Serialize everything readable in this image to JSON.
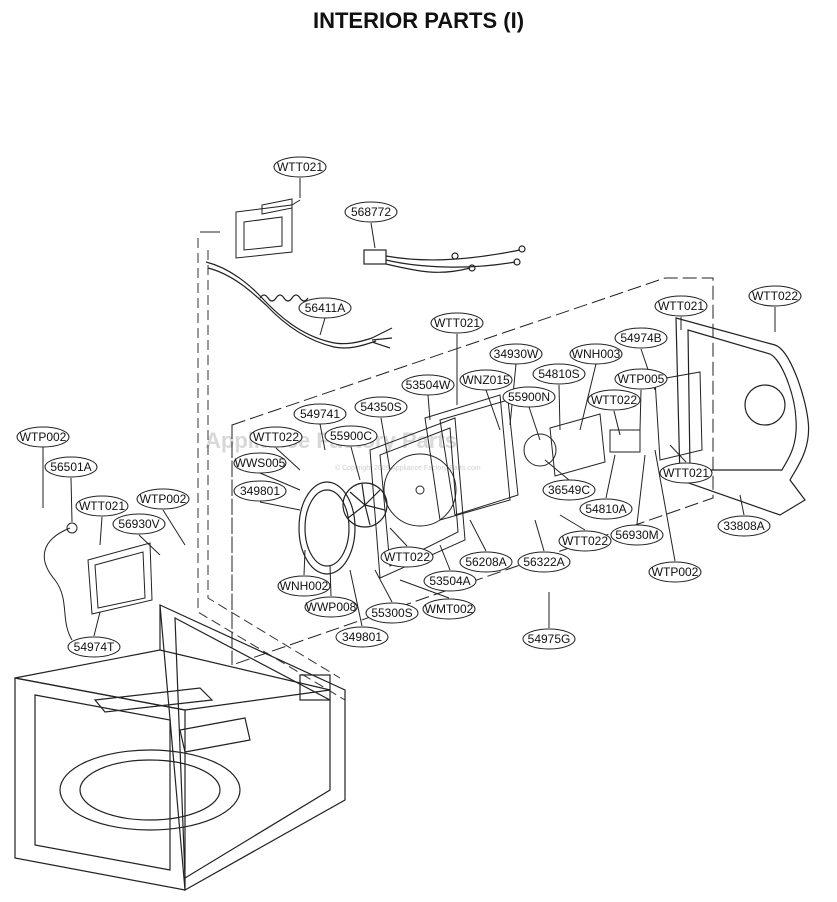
{
  "title": "INTERIOR PARTS (I)",
  "watermark": {
    "text": "Appliance Factory Parts",
    "subtext": "© Copyright 2009 Appliance Factory Parts.com"
  },
  "parts": [
    {
      "id": "p1",
      "label": "WTT021"
    },
    {
      "id": "p2",
      "label": "568772"
    },
    {
      "id": "p3",
      "label": "56411A"
    },
    {
      "id": "p4",
      "label": "WTT021"
    },
    {
      "id": "p5",
      "label": "WTT022"
    },
    {
      "id": "p6",
      "label": "WTT021"
    },
    {
      "id": "p7",
      "label": "34930W"
    },
    {
      "id": "p8",
      "label": "WNH003"
    },
    {
      "id": "p9",
      "label": "54974B"
    },
    {
      "id": "p10",
      "label": "WNZ015"
    },
    {
      "id": "p11",
      "label": "54810S"
    },
    {
      "id": "p12",
      "label": "WTP005"
    },
    {
      "id": "p13",
      "label": "53504W"
    },
    {
      "id": "p14",
      "label": "55900N"
    },
    {
      "id": "p15",
      "label": "WTT022"
    },
    {
      "id": "p16",
      "label": "549741"
    },
    {
      "id": "p17",
      "label": "54350S"
    },
    {
      "id": "p18",
      "label": "WTT022"
    },
    {
      "id": "p19",
      "label": "55900C"
    },
    {
      "id": "p20",
      "label": "WWS005"
    },
    {
      "id": "p21",
      "label": "349801"
    },
    {
      "id": "p22",
      "label": "36549C"
    },
    {
      "id": "p23",
      "label": "WTT021"
    },
    {
      "id": "p24",
      "label": "54810A"
    },
    {
      "id": "p25",
      "label": "33808A"
    },
    {
      "id": "p26",
      "label": "56930M"
    },
    {
      "id": "p27",
      "label": "WTT022"
    },
    {
      "id": "p28",
      "label": "WTT022"
    },
    {
      "id": "p29",
      "label": "56208A"
    },
    {
      "id": "p30",
      "label": "56322A"
    },
    {
      "id": "p31",
      "label": "WTP002"
    },
    {
      "id": "p32",
      "label": "WNH002"
    },
    {
      "id": "p33",
      "label": "53504A"
    },
    {
      "id": "p34",
      "label": "WWP008"
    },
    {
      "id": "p35",
      "label": "55300S"
    },
    {
      "id": "p36",
      "label": "WMT002"
    },
    {
      "id": "p37",
      "label": "349801"
    },
    {
      "id": "p38",
      "label": "54975G"
    },
    {
      "id": "p39",
      "label": "WTP002"
    },
    {
      "id": "p40",
      "label": "56501A"
    },
    {
      "id": "p41",
      "label": "WTT021"
    },
    {
      "id": "p42",
      "label": "WTP002"
    },
    {
      "id": "p43",
      "label": "56930V"
    },
    {
      "id": "p44",
      "label": "54974T"
    }
  ]
}
